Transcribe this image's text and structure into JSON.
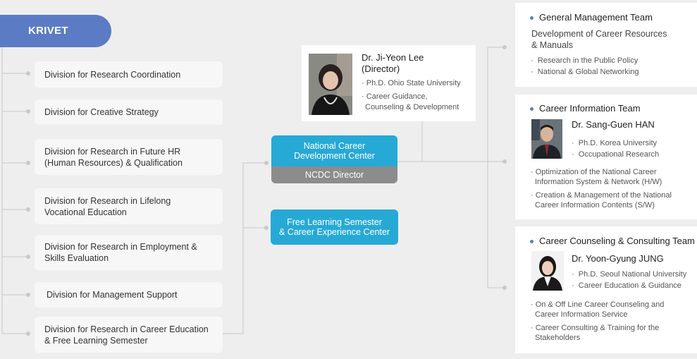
{
  "root": {
    "label": "KRIVET"
  },
  "divisions": [
    {
      "line1": "Division for Research Coordination",
      "line2": ""
    },
    {
      "line1": "Division for Creative Strategy",
      "line2": ""
    },
    {
      "line1": "Division for Research in Future HR",
      "line2": "(Human Resources) & Qualification"
    },
    {
      "line1": "Division for Research in Lifelong",
      "line2": "Vocational Education"
    },
    {
      "line1": "Division for Research in Employment &",
      "line2": "Skills Evaluation"
    },
    {
      "line1": "Division for Management Support",
      "line2": ""
    },
    {
      "line1": "Division for Research in Career Education",
      "line2": "& Free Learning Semester"
    }
  ],
  "ncdc": {
    "title_line1": "National Career",
    "title_line2": "Development Center",
    "director_label": "NCDC Director"
  },
  "free_learning": {
    "line1": "Free Learning Semester",
    "line2": "& Career Experience Center"
  },
  "director": {
    "name": "Dr. Ji-Yeon Lee",
    "role": "(Director)",
    "edu": "Ph.D. Ohio State University",
    "field_line1": "Career Guidance,",
    "field_line2": "Counseling & Development"
  },
  "teams": {
    "general": {
      "title": "General Management Team",
      "desc_line1": "Development of Career Resources",
      "desc_line2": "& Manuals",
      "bullets": [
        "Research in the Public Policy",
        "National & Global Networking"
      ]
    },
    "info": {
      "title": "Career Information Team",
      "person": "Dr. Sang-Guen HAN",
      "edu": "Ph.D. Korea University",
      "field": "Occupational Research",
      "b1_line1": "Optimization of the National Career",
      "b1_line2": "Information System & Network (H/W)",
      "b2_line1": "Creation & Management of the National",
      "b2_line2": "Career Information Contents (S/W)"
    },
    "counseling": {
      "title": "Career Counseling & Consulting Team",
      "person": "Dr. Yoon-Gyung JUNG",
      "edu": "Ph.D. Seoul National University",
      "field": "Career Education & Guidance",
      "b1_line1": "On & Off Line Career Counseling and",
      "b1_line2": "Career Information Service",
      "b2_line1": "Career Consulting & Training for the",
      "b2_line2": "Stakeholders"
    }
  },
  "colors": {
    "krivet_blue": "#5b7cc4",
    "center_cyan": "#27a9d6",
    "director_gray": "#8c8c8c",
    "connector": "#c8c8c8"
  }
}
